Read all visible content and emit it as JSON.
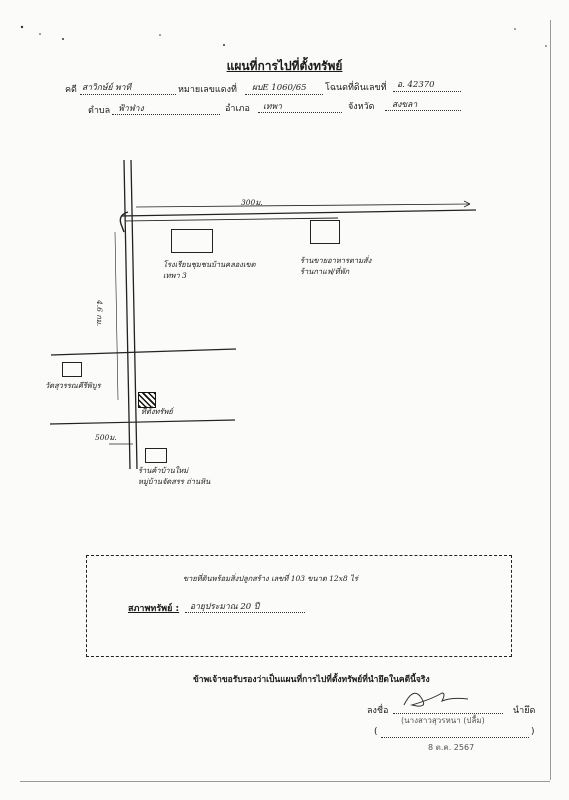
{
  "document": {
    "title": "แผนที่การไปที่ตั้งทรัพย์",
    "header": {
      "case_label": "คดี",
      "case_value": "สาวิกษ์ย์ พาที",
      "black_case_label": "หมายเลขแดงที่",
      "black_case_value": "ผบE 1060/65",
      "deed_label": "โฉนดที่ดินเลขที่",
      "deed_value": "อ. 42370",
      "subdistrict_label": "ตำบล",
      "subdistrict_value": "ฟ้าฟ่าง",
      "district_label": "อำเภอ",
      "district_value": "เทพา",
      "province_label": "จังหวัด",
      "province_value": "สงขลา"
    },
    "map": {
      "dist_top": "300ม.",
      "dist_vertical": "4.6 กม.",
      "dist_bottom": "500ม.",
      "school": "โรงเรียนชุมชนบ้านคลองเขต\nเทพา 3",
      "shop": "ร้านขายอาหารตามสั่ง\nร้านกาแฟ/ที่พัก",
      "temple": "วัดสุวรรณคีรีพิบูร",
      "property": "ที่ตั้งทรัพย์",
      "bottom_place": "ร้านค้าบ้านใหม่\nหมู่บ้านจัดสรร ถ่านหิน"
    },
    "property_desc": "ขายที่ดินพร้อมสิ่งปลูกสร้าง เลขที่ 103 ขนาด 12x8 ไร่",
    "status_label": "สภาพทรัพย์ :",
    "status_value": "อายุประมาณ 20 ปี",
    "certify": "ข้าพเจ้าขอรับรองว่าเป็นแผนที่การไปที่ตั้งทรัพย์ที่นำยึดในคดีนี้จริง",
    "sign_label": "ลงชื่อ",
    "seizer_label": "นำยึด",
    "printed_name": "(นางสาวสุวรหนา (ปลื้ม)",
    "paren_open": "(",
    "paren_close": ")",
    "date": "8 ต.ค. 2567"
  }
}
